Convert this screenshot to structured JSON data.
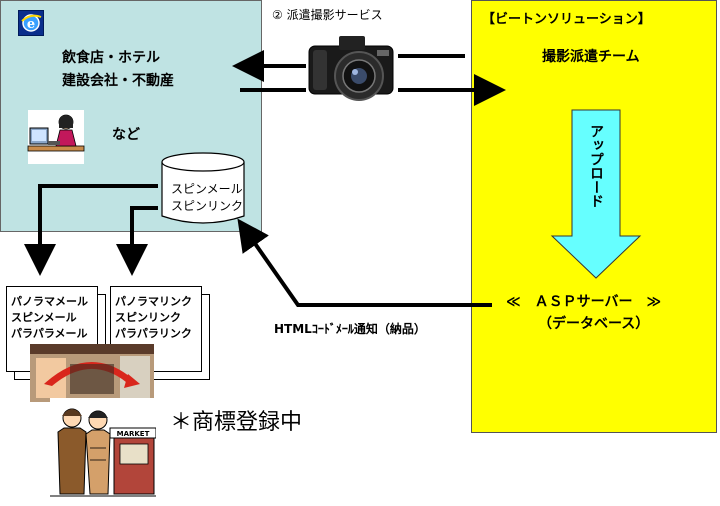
{
  "service_label": "② 派遣撮影サービス",
  "client": {
    "line1": "飲食店・ホテル",
    "line2": "建設会社・不動産",
    "etc": "など",
    "cylinder_line1": "スピンメール",
    "cylinder_line2": "スピンリンク"
  },
  "asp": {
    "header": "【ビートンソリューション】",
    "team": "撮影派遣チーム",
    "upload": "アップロード",
    "server_line1": "≪　ＡＳＰサーバー　≫",
    "server_line2": "（データベース）"
  },
  "notify_label": "HTMLｺｰﾄﾞﾒｰﾙ通知（納品）",
  "docs": [
    {
      "lines": [
        "パノラマメール",
        "スピンメール",
        "パラパラメール"
      ]
    },
    {
      "lines": [
        "パノラマリンク",
        "スピンリンク",
        "パラパラリンク"
      ]
    }
  ],
  "trademark": "＊商標登録中",
  "market_sign": "MARKET",
  "colors": {
    "client_bg": "#bfe3e3",
    "asp_bg": "#ffff00",
    "arrow_cyan": "#66ffff",
    "arrow_dark": "#000000"
  },
  "icons": [
    "ie-icon",
    "camera-icon",
    "office-woman-icon",
    "market-couple-icon"
  ]
}
